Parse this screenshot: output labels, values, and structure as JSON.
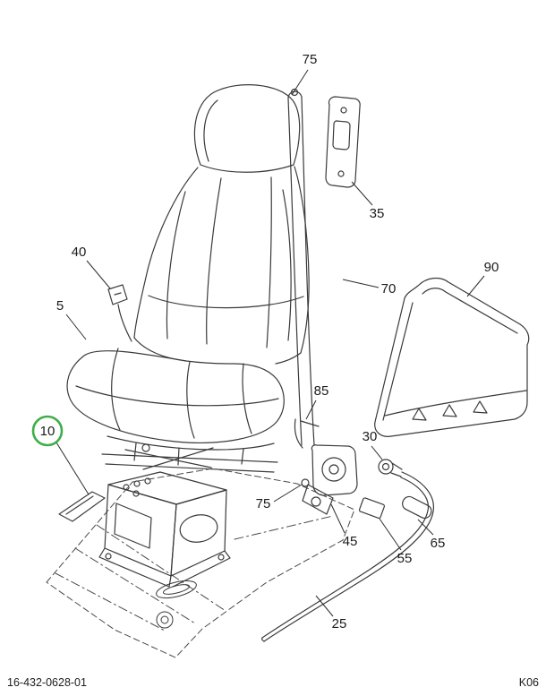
{
  "page": {
    "footer_left": "16-432-0628-01",
    "footer_right": "K06",
    "background": "#ffffff"
  },
  "colors": {
    "line": "#3a3a3a",
    "label_text": "#1c1c1c",
    "highlight_green": "#3fae49"
  },
  "callouts": [
    {
      "label": "75"
    },
    {
      "label": "35"
    },
    {
      "label": "40"
    },
    {
      "label": "5"
    },
    {
      "label": "70"
    },
    {
      "label": "90"
    },
    {
      "label": "85"
    },
    {
      "label": "10",
      "highlighted": true
    },
    {
      "label": "75"
    },
    {
      "label": "45"
    },
    {
      "label": "30"
    },
    {
      "label": "55"
    },
    {
      "label": "65"
    },
    {
      "label": "25"
    }
  ]
}
